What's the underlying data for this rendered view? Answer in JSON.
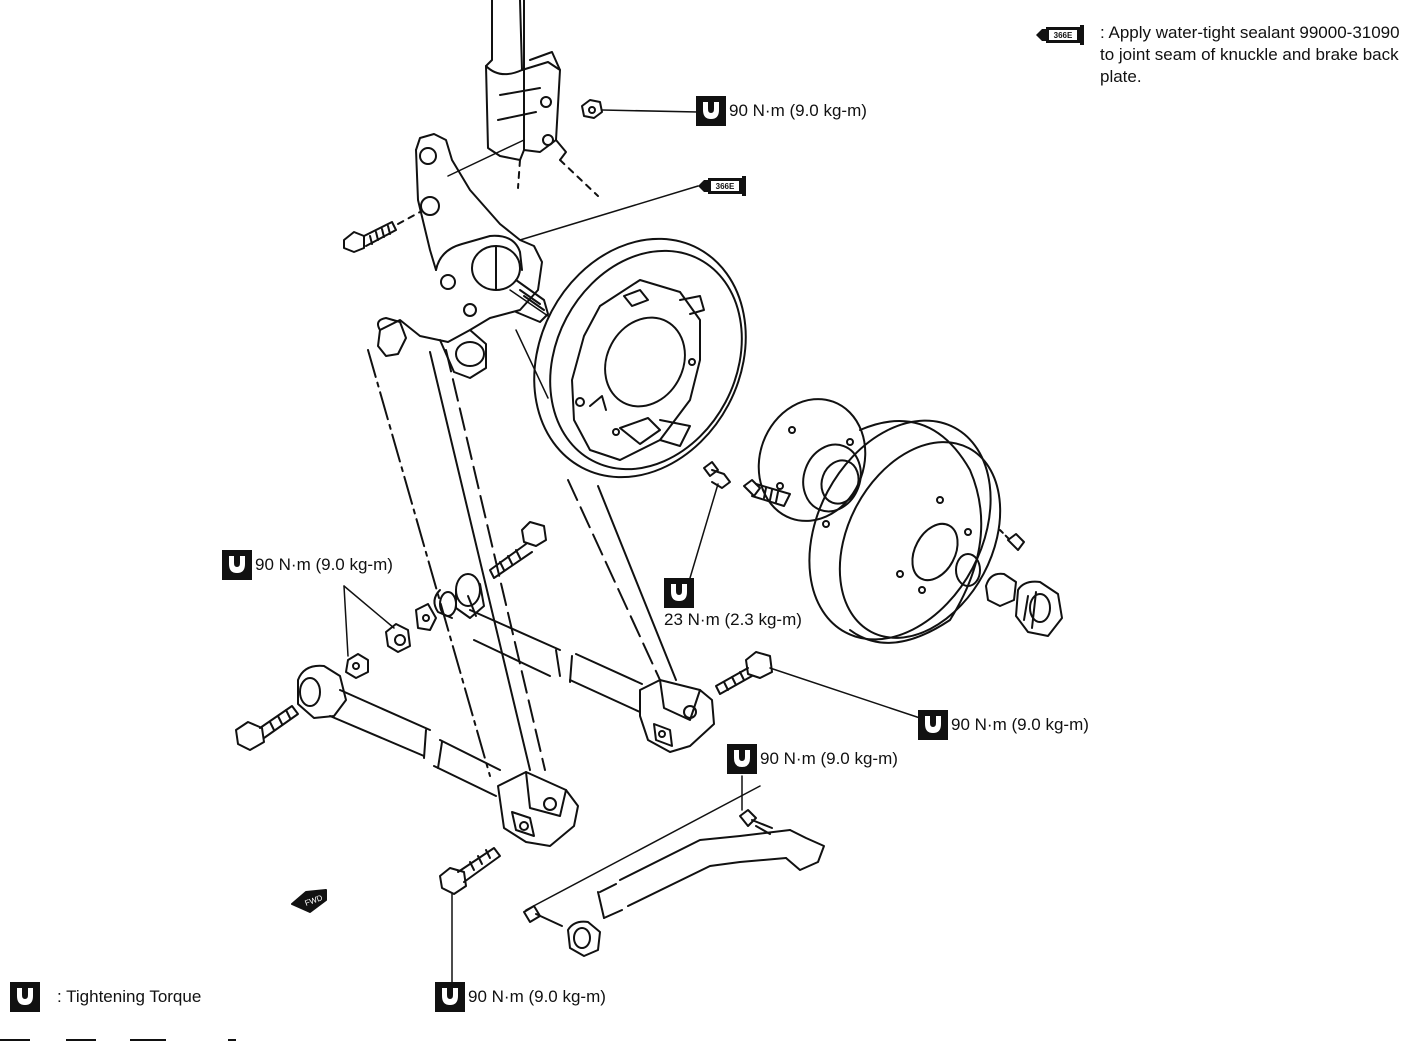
{
  "legend": {
    "sealant_code": "366E",
    "sealant_note": ": Apply water-tight sealant 99000-31090 to joint seam of knuckle and brake back plate.",
    "torque_key": ": Tightening Torque"
  },
  "torque_labels": {
    "knuckle_nut": "90 N·m (9.0 kg-m)",
    "trailing_arm_nut": "90 N·m (9.0 kg-m)",
    "backplate_bolt": "23 N·m (2.3 kg-m)",
    "rear_arm_bolt": "90 N·m (9.0 kg-m)",
    "lateral_rod_bolt": "90 N·m (9.0 kg-m)",
    "lower_bolt": "90 N·m (9.0 kg-m)"
  },
  "sealant_callout": "366E",
  "fwd_mark": "FWD",
  "icons": {
    "torque": "wrench-socket-icon",
    "sealant": "sealant-tube-icon"
  }
}
